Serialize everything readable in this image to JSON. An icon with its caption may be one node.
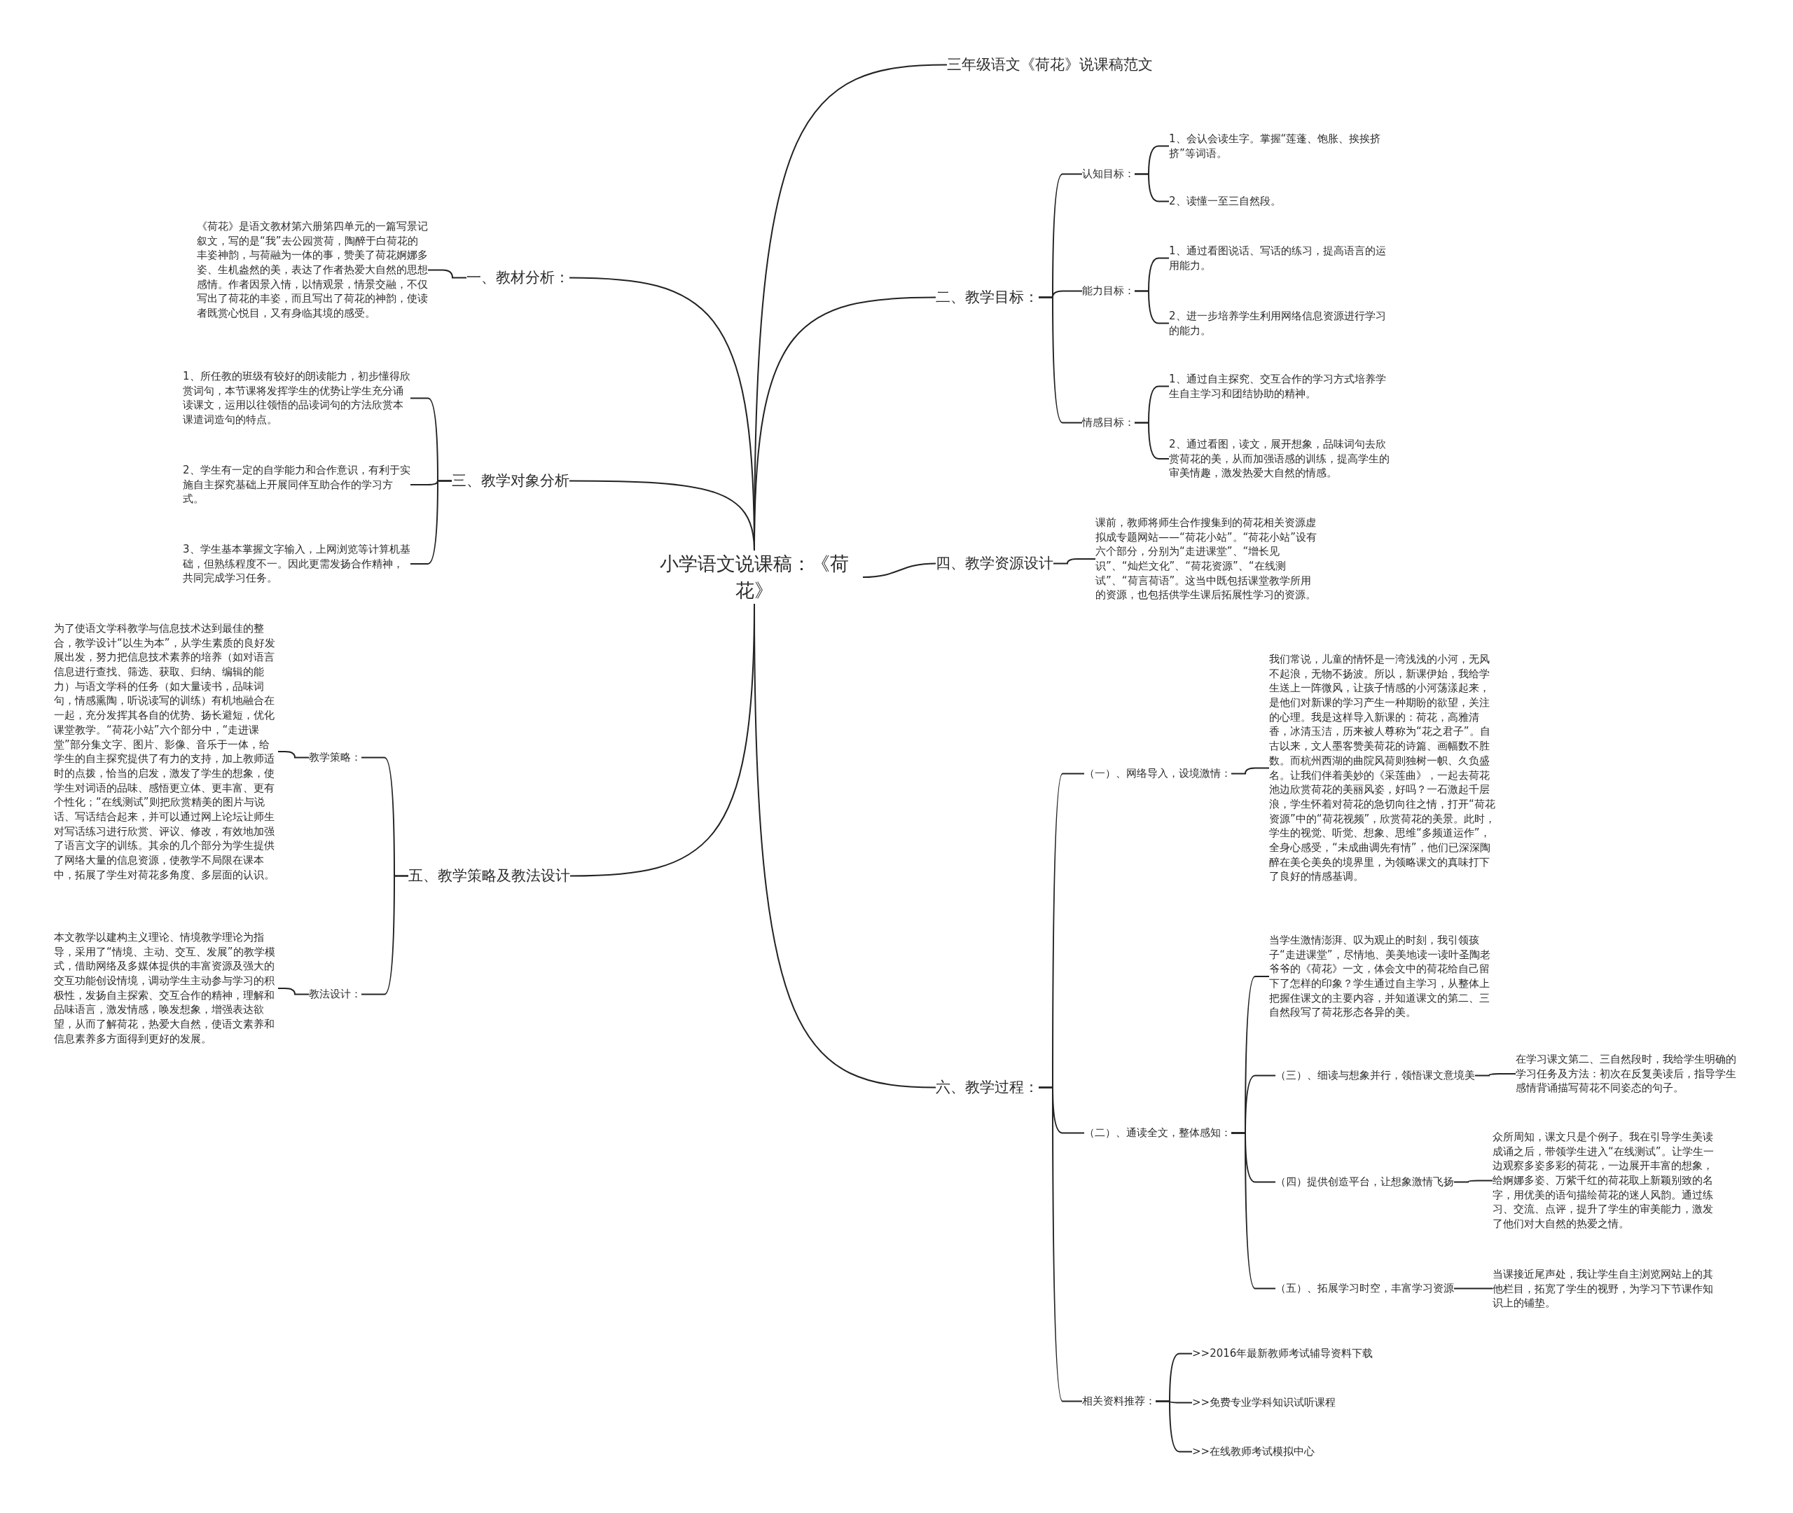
{
  "diagram": {
    "nodes": [
      {
        "text": [
          "小学语文说课稿：《荷花》"
        ]
      },
      {
        "text": [
          "三年级语文《荷花》说课稿范文"
        ]
      },
      {
        "text": [
          "一、教材分析："
        ]
      },
      {
        "text": [
          "《荷花》是语文教材第六册第四单元的一篇写景记叙文，写的是“我”去公园赏荷，陶醉于白荷花的丰姿神韵，与荷融为一体的事，赞美了荷花婀娜多姿、生机盎然的美，表达了作者热爱大自然的思想感情。作者因景入情，以情观景，情景交融，不仅写出了荷花的丰姿，而且写出了荷花的神韵，使读者既赏心悦目，又有身临其境的感受。"
        ]
      },
      {
        "text": [
          "二、教学目标："
        ]
      },
      {
        "text": [
          "认知目标："
        ]
      },
      {
        "text": [
          "1、会认会读生字。掌握“莲蓬、饱胀、挨挨挤挤”等词语。"
        ]
      },
      {
        "text": [
          "2、读懂一至三自然段。"
        ]
      },
      {
        "text": [
          "能力目标："
        ]
      },
      {
        "text": [
          "1、通过看图说话、写话的练习，提高语言的运用能力。"
        ]
      },
      {
        "text": [
          "2、进一步培养学生利用网络信息资源进行学习的能力。"
        ]
      },
      {
        "text": [
          "情感目标："
        ]
      },
      {
        "text": [
          "1、通过自主探究、交互合作的学习方式培养学生自主学习和团结协助的精神。"
        ]
      },
      {
        "text": [
          "2、通过看图，读文，展开想象，品味词句去欣赏荷花的美，从而加强语感的训练，提高学生的审美情趣，激发热爱大自然的情感。"
        ]
      },
      {
        "text": [
          "三、教学对象分析"
        ]
      },
      {
        "text": [
          "1、所任教的班级有较好的朗读能力，初步懂得欣赏词句，本节课将发挥学生的优势让学生充分诵读课文，运用以往领悟的品读词句的方法欣赏本课遣词造句的特点。"
        ]
      },
      {
        "text": [
          "2、学生有一定的自学能力和合作意识，有利于实施自主探究基础上开展同伴互助合作的学习方式。"
        ]
      },
      {
        "text": [
          "3、学生基本掌握文字输入，上网浏览等计算机基础，但熟练程度不一。因此更需发扬合作精神，共同完成学习任务。"
        ]
      },
      {
        "text": [
          "四、教学资源设计"
        ]
      },
      {
        "text": [
          "课前，教师将师生合作搜集到的荷花相关资源虚拟成专题网站——“荷花小站”。“荷花小站”设有六个部分，分别为“走进课堂”、“增长见识”、“灿烂文化”、“荷花资源”、“在线测试”、“荷言荷语”。这当中既包括课堂教学所用的资源，也包括供学生课后拓展性学习的资源。"
        ]
      },
      {
        "text": [
          "五、教学策略及教法设计"
        ]
      },
      {
        "text": [
          "教学策略："
        ]
      },
      {
        "text": [
          "为了使语文学科教学与信息技术达到最佳的整合，教学设计“以生为本”，从学生素质的良好发展出发，努力把信息技术素养的培养（如对语言信息进行查找、筛选、获取、归纳、编辑的能力）与语文学科的任务（如大量读书，品味词句，情感熏陶，听说读写的训练）有机地融合在一起，充分发挥其各自的优势、扬长避短，优化课堂教学。“荷花小站”六个部分中，“走进课堂”部分集文字、图片、影像、音乐于一体，给学生的自主探究提供了有力的支持，加上教师适时的点拨，恰当的启发，激发了学生的想象，使学生对词语的品味、感悟更立体、更丰富、更有个性化；“在线测试”则把欣赏精美的图片与说话、写话结合起来，并可以通过网上论坛让师生对写话练习进行欣赏、评议、修改，有效地加强了语言文字的训练。其余的几个部分为学生提供了网络大量的信息资源，使教学不局限在课本中，拓展了学生对荷花多角度、多层面的认识。"
        ]
      },
      {
        "text": [
          "教法设计："
        ]
      },
      {
        "text": [
          "本文教学以建构主义理论、情境教学理论为指导，采用了“情境、主动、交互、发展”的教学模式，借助网络及多媒体提供的丰富资源及强大的交互功能创设情境，调动学生主动参与学习的积极性，发扬自主探索、交互合作的精神，理解和品味语言，激发情感，唤发想象，增强表达欲望，从而了解荷花，热爱大自然，使语文素养和信息素养多方面得到更好的发展。"
        ]
      },
      {
        "text": [
          "六、教学过程："
        ]
      },
      {
        "text": [
          "（一）、网络导入，设境激情："
        ]
      },
      {
        "text": [
          "我们常说，儿童的情怀是一湾浅浅的小河，无风不起浪，无物不扬波。所以，新课伊始，我给学生送上一阵微风，让孩子情感的小河荡漾起来，是他们对新课的学习产生一种期盼的欲望，关注的心理。我是这样导入新课的：荷花，高雅清香，冰清玉洁，历来被人尊称为“花之君子”。自古以来，文人墨客赞美荷花的诗篇、画幅数不胜数。而杭州西湖的曲院风荷则独树一帜、久负盛名。让我们伴着美妙的《采莲曲》，一起去荷花池边欣赏荷花的美丽风姿，好吗？一石激起千层浪，学生怀着对荷花的急切向往之情，打开“荷花资源”中的“荷花视频”，欣赏荷花的美景。此时，学生的视觉、听觉、想象、思维“多频道运作”，全身心感受，“未成曲调先有情”，他们已深深陶醉在美仑美奂的境界里，为领略课文的真味打下了良好的情感基调。"
        ]
      },
      {
        "text": [
          "（二）、通读全文，整体感知："
        ]
      },
      {
        "text": [
          "当学生激情澎湃、叹为观止的时刻，我引领孩子“走进课堂”，尽情地、美美地读一读叶圣陶老爷爷的《荷花》一文，体会文中的荷花给自己留下了怎样的印象？学生通过自主学习，从整体上把握住课文的主要内容，并知道课文的第二、三自然段写了荷花形态各异的美。"
        ]
      },
      {
        "text": [
          "（三）、细读与想象并行，领悟课文意境美"
        ]
      },
      {
        "text": [
          "在学习课文第二、三自然段时，我给学生明确的学习任务及方法：初次在反复美读后，指导学生感情背诵描写荷花不同姿态的句子。"
        ]
      },
      {
        "text": [
          "（四）提供创造平台，让想象激情飞扬"
        ]
      },
      {
        "text": [
          "众所周知，课文只是个例子。我在引导学生美读成诵之后，带领学生进入“在线测试”。让学生一边观察多姿多彩的荷花，一边展开丰富的想象，给婀娜多姿、万紫千红的荷花取上新颖别致的名字，用优美的语句描绘荷花的迷人风韵。通过练习、交流、点评，提升了学生的审美能力，激发了他们对大自然的热爱之情。"
        ]
      },
      {
        "text": [
          "（五）、拓展学习时空，丰富学习资源"
        ]
      },
      {
        "text": [
          "当课接近尾声处，我让学生自主浏览网站上的其他栏目，拓宽了学生的视野，为学习下节课作知识上的铺垫。"
        ]
      },
      {
        "text": [
          "相关资料推荐："
        ]
      },
      {
        "text": [
          ">>2016年最新教师考试辅导资料下载"
        ]
      },
      {
        "text": [
          ">>免费专业学科知识试听课程"
        ]
      },
      {
        "text": [
          ">>在线教师考试模拟中心"
        ]
      }
    ],
    "edges": [
      {
        "from": 0,
        "to": 1,
        "arrow": "none"
      },
      {
        "from": 0,
        "to": 2,
        "arrow": "none"
      },
      {
        "from": 2,
        "to": 3,
        "arrow": "none"
      },
      {
        "from": 0,
        "to": 4,
        "arrow": "none"
      },
      {
        "from": 4,
        "to": 5,
        "arrow": "none"
      },
      {
        "from": 5,
        "to": 6,
        "arrow": "none"
      },
      {
        "from": 5,
        "to": 7,
        "arrow": "none"
      },
      {
        "from": 4,
        "to": 8,
        "arrow": "none"
      },
      {
        "from": 8,
        "to": 9,
        "arrow": "none"
      },
      {
        "from": 8,
        "to": 10,
        "arrow": "none"
      },
      {
        "from": 4,
        "to": 11,
        "arrow": "none"
      },
      {
        "from": 11,
        "to": 12,
        "arrow": "none"
      },
      {
        "from": 11,
        "to": 13,
        "arrow": "none"
      },
      {
        "from": 0,
        "to": 14,
        "arrow": "none"
      },
      {
        "from": 14,
        "to": 15,
        "arrow": "none"
      },
      {
        "from": 14,
        "to": 16,
        "arrow": "none"
      },
      {
        "from": 14,
        "to": 17,
        "arrow": "none"
      },
      {
        "from": 0,
        "to": 18,
        "arrow": "none"
      },
      {
        "from": 18,
        "to": 19,
        "arrow": "none"
      },
      {
        "from": 0,
        "to": 20,
        "arrow": "none"
      },
      {
        "from": 20,
        "to": 21,
        "arrow": "none"
      },
      {
        "from": 21,
        "to": 22,
        "arrow": "none"
      },
      {
        "from": 20,
        "to": 23,
        "arrow": "none"
      },
      {
        "from": 23,
        "to": 24,
        "arrow": "none"
      },
      {
        "from": 0,
        "to": 25,
        "arrow": "none"
      },
      {
        "from": 25,
        "to": 26,
        "arrow": "none"
      },
      {
        "from": 26,
        "to": 27,
        "arrow": "none"
      },
      {
        "from": 25,
        "to": 28,
        "arrow": "none"
      },
      {
        "from": 28,
        "to": 29,
        "arrow": "none"
      },
      {
        "from": 28,
        "to": 30,
        "arrow": "none"
      },
      {
        "from": 30,
        "to": 31,
        "arrow": "none"
      },
      {
        "from": 28,
        "to": 32,
        "arrow": "none"
      },
      {
        "from": 32,
        "to": 33,
        "arrow": "none"
      },
      {
        "from": 28,
        "to": 34,
        "arrow": "none"
      },
      {
        "from": 34,
        "to": 35,
        "arrow": "none"
      },
      {
        "from": 25,
        "to": 36,
        "arrow": "none"
      },
      {
        "from": 36,
        "to": 37,
        "arrow": "none"
      },
      {
        "from": 36,
        "to": 38,
        "arrow": "none"
      },
      {
        "from": 36,
        "to": 39,
        "arrow": "none"
      }
    ]
  }
}
